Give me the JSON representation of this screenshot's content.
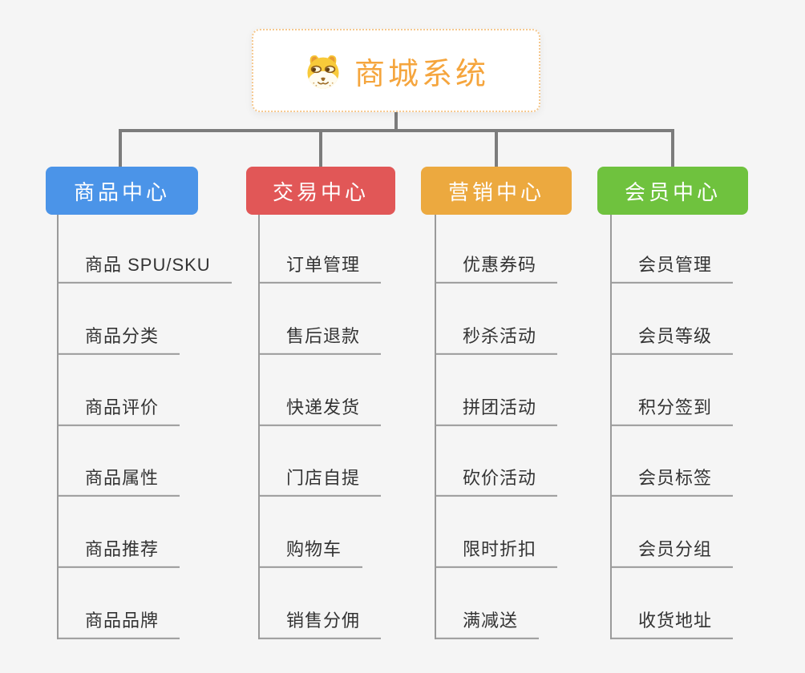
{
  "root": {
    "title": "商城系统",
    "icon": "dog-face-icon"
  },
  "branches": [
    {
      "label": "商品中心",
      "color": "#4b94e8",
      "items": [
        "商品 SPU/SKU",
        "商品分类",
        "商品评价",
        "商品属性",
        "商品推荐",
        "商品品牌"
      ]
    },
    {
      "label": "交易中心",
      "color": "#e15757",
      "items": [
        "订单管理",
        "售后退款",
        "快递发货",
        "门店自提",
        "购物车",
        "销售分佣"
      ]
    },
    {
      "label": "营销中心",
      "color": "#eca93f",
      "items": [
        "优惠券码",
        "秒杀活动",
        "拼团活动",
        "砍价活动",
        "限时折扣",
        "满减送"
      ]
    },
    {
      "label": "会员中心",
      "color": "#6fc23e",
      "items": [
        "会员管理",
        "会员等级",
        "积分签到",
        "会员标签",
        "会员分组",
        "收货地址"
      ]
    }
  ],
  "colors": {
    "accent": "#f5a53d",
    "root_border": "#f5c88f",
    "connector": "#7c7c7c",
    "leaf_line": "#9a9a9a",
    "background": "#f5f5f5"
  }
}
